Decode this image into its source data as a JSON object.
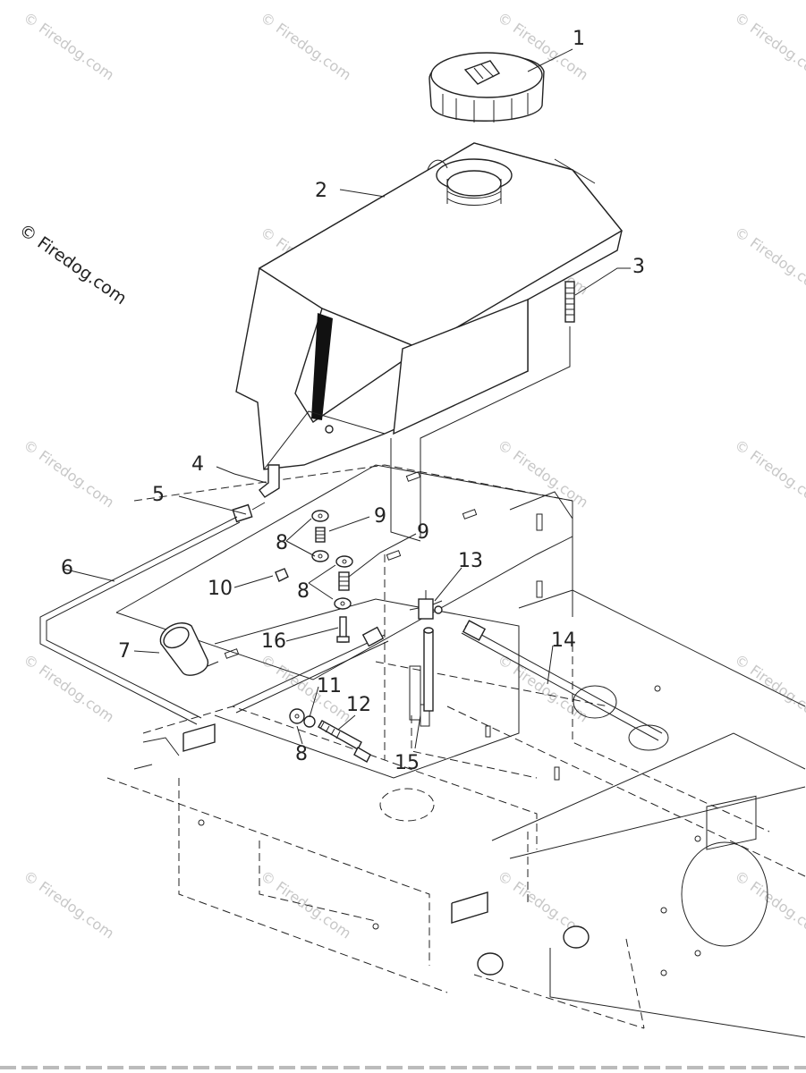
{
  "copyright": "© Firedog.com",
  "watermark": "© Firedog.com",
  "callouts": [
    {
      "id": "1",
      "label": "1"
    },
    {
      "id": "2",
      "label": "2"
    },
    {
      "id": "3",
      "label": "3"
    },
    {
      "id": "4",
      "label": "4"
    },
    {
      "id": "5",
      "label": "5"
    },
    {
      "id": "6",
      "label": "6"
    },
    {
      "id": "7",
      "label": "7"
    },
    {
      "id": "8a",
      "label": "8"
    },
    {
      "id": "8b",
      "label": "8"
    },
    {
      "id": "8c",
      "label": "8"
    },
    {
      "id": "9a",
      "label": "9"
    },
    {
      "id": "9b",
      "label": "9"
    },
    {
      "id": "10",
      "label": "10"
    },
    {
      "id": "11",
      "label": "11"
    },
    {
      "id": "12",
      "label": "12"
    },
    {
      "id": "13",
      "label": "13"
    },
    {
      "id": "14",
      "label": "14"
    },
    {
      "id": "15",
      "label": "15"
    },
    {
      "id": "16",
      "label": "16"
    }
  ]
}
